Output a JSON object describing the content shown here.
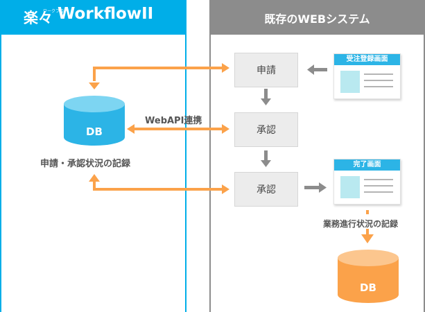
{
  "workflow_panel": {
    "brand_kanji": "楽々",
    "brand_kana": "ワークフロー",
    "title": "WorkflowII",
    "db_label": "DB",
    "records_label": "申請・承認状況の記録"
  },
  "existing_panel": {
    "title": "既存のWEBシステム",
    "steps": [
      "申請",
      "承認",
      "承認"
    ],
    "order_screen_title": "受注登録画面",
    "complete_screen_title": "完了画面",
    "progress_label": "業務進行状況の記録",
    "db_label": "DB"
  },
  "connection_label": "WebAPI連携",
  "colors": {
    "workflow_blue": "#00aee8",
    "existing_gray": "#8c8c8c",
    "orange": "#fba24a",
    "step_gray": "#ececec"
  }
}
